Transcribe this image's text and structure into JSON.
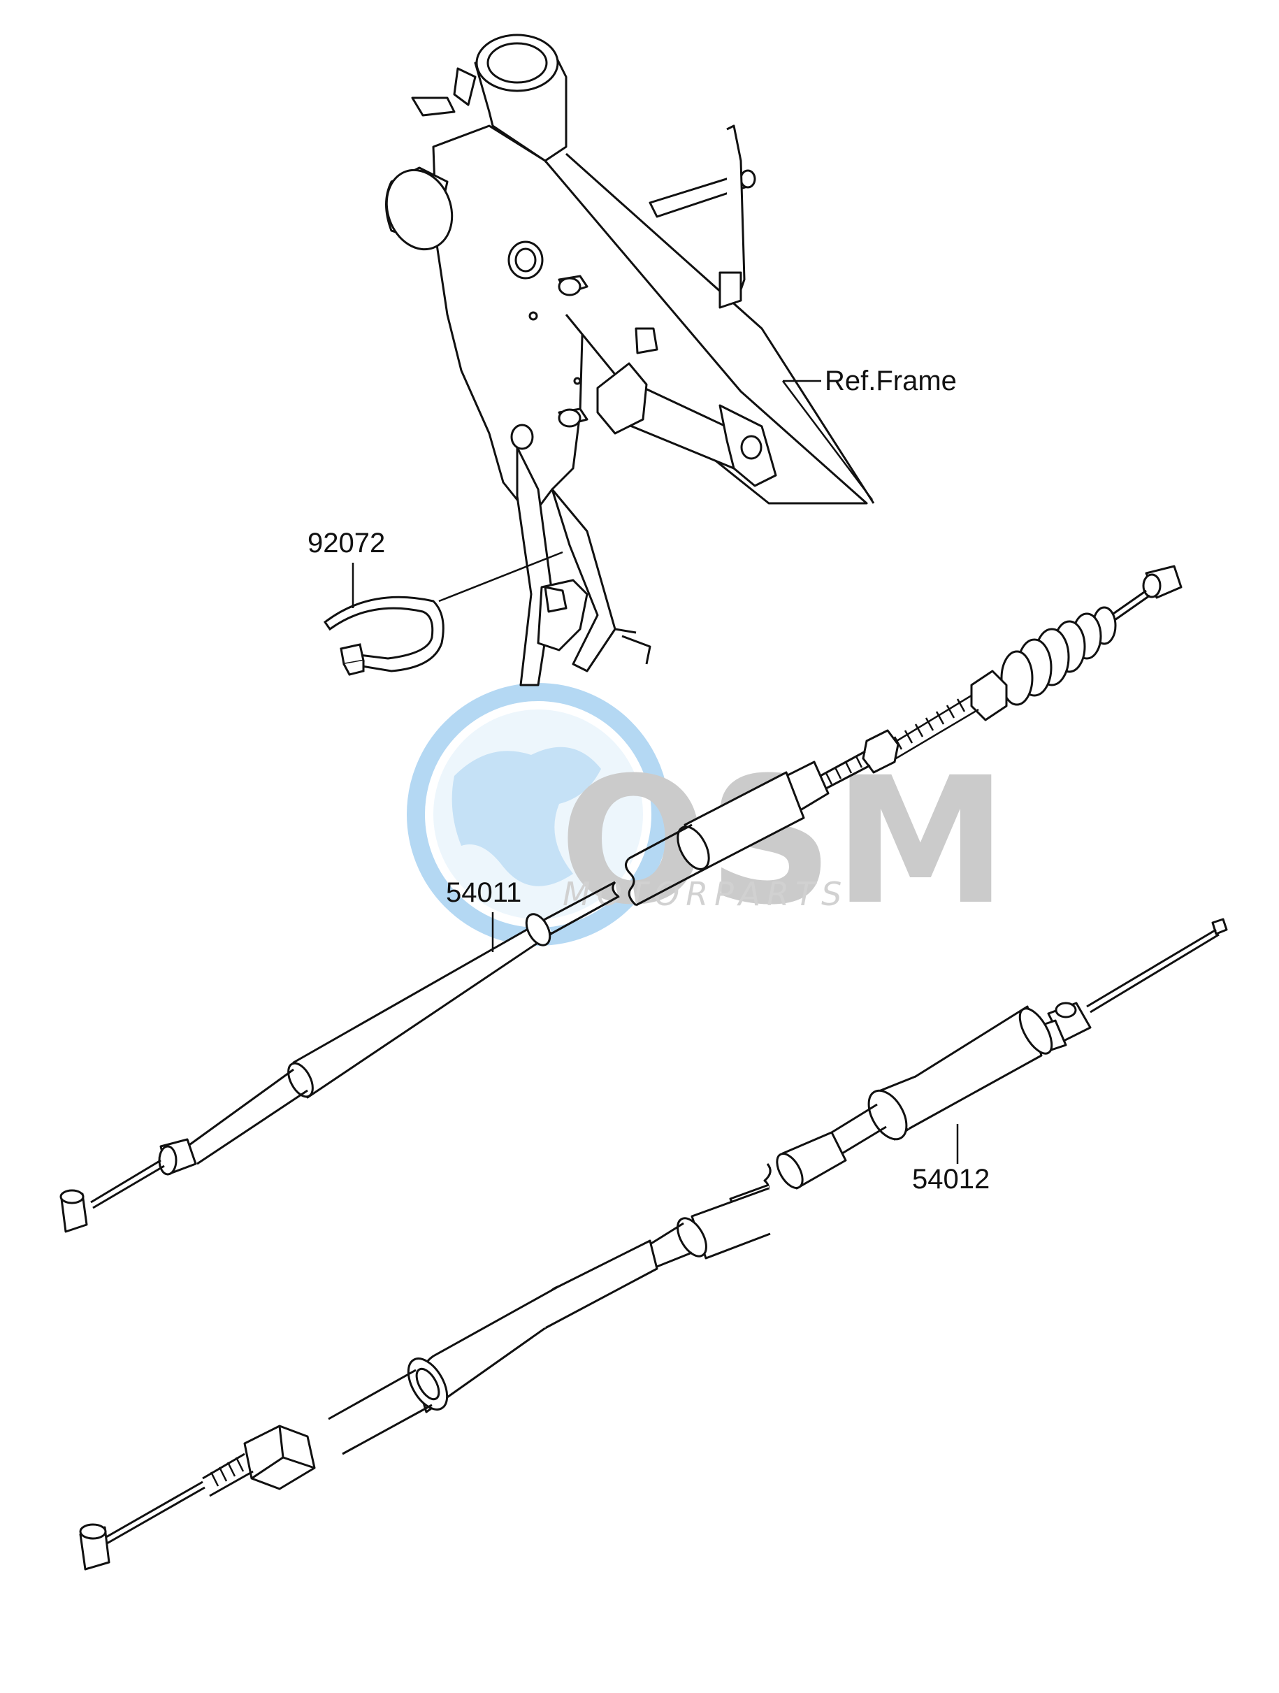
{
  "labels": {
    "ref_frame": "Ref.Frame",
    "clamp": "92072",
    "cable_upper": "54011",
    "cable_lower": "54012"
  },
  "watermark": {
    "logo": "OSM",
    "subtitle": "MOTORPARTS"
  },
  "colors": {
    "line": "#111111",
    "background": "#ffffff",
    "watermark_blue": "#5aa9e6",
    "watermark_gray": "#9a9a9a"
  }
}
